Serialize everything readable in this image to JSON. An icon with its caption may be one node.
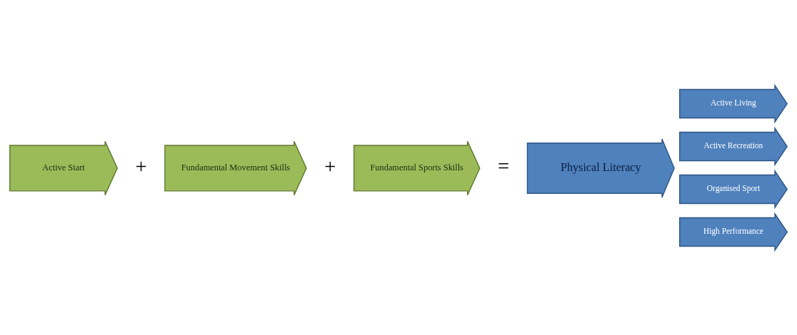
{
  "diagram": {
    "nodes": [
      {
        "text": [
          "Active Start"
        ]
      },
      {
        "text": [
          "Fundamental Movement Skills"
        ]
      },
      {
        "text": [
          "Fundamental Sports Skills"
        ]
      },
      {
        "text": [
          "Physical Literacy"
        ]
      },
      {
        "text": [
          "Active Living"
        ]
      },
      {
        "text": [
          "Active Recreation"
        ]
      },
      {
        "text": [
          "Organised Sport"
        ]
      },
      {
        "text": [
          "High Performance"
        ]
      }
    ],
    "labels": [
      "+",
      "+",
      "="
    ]
  }
}
